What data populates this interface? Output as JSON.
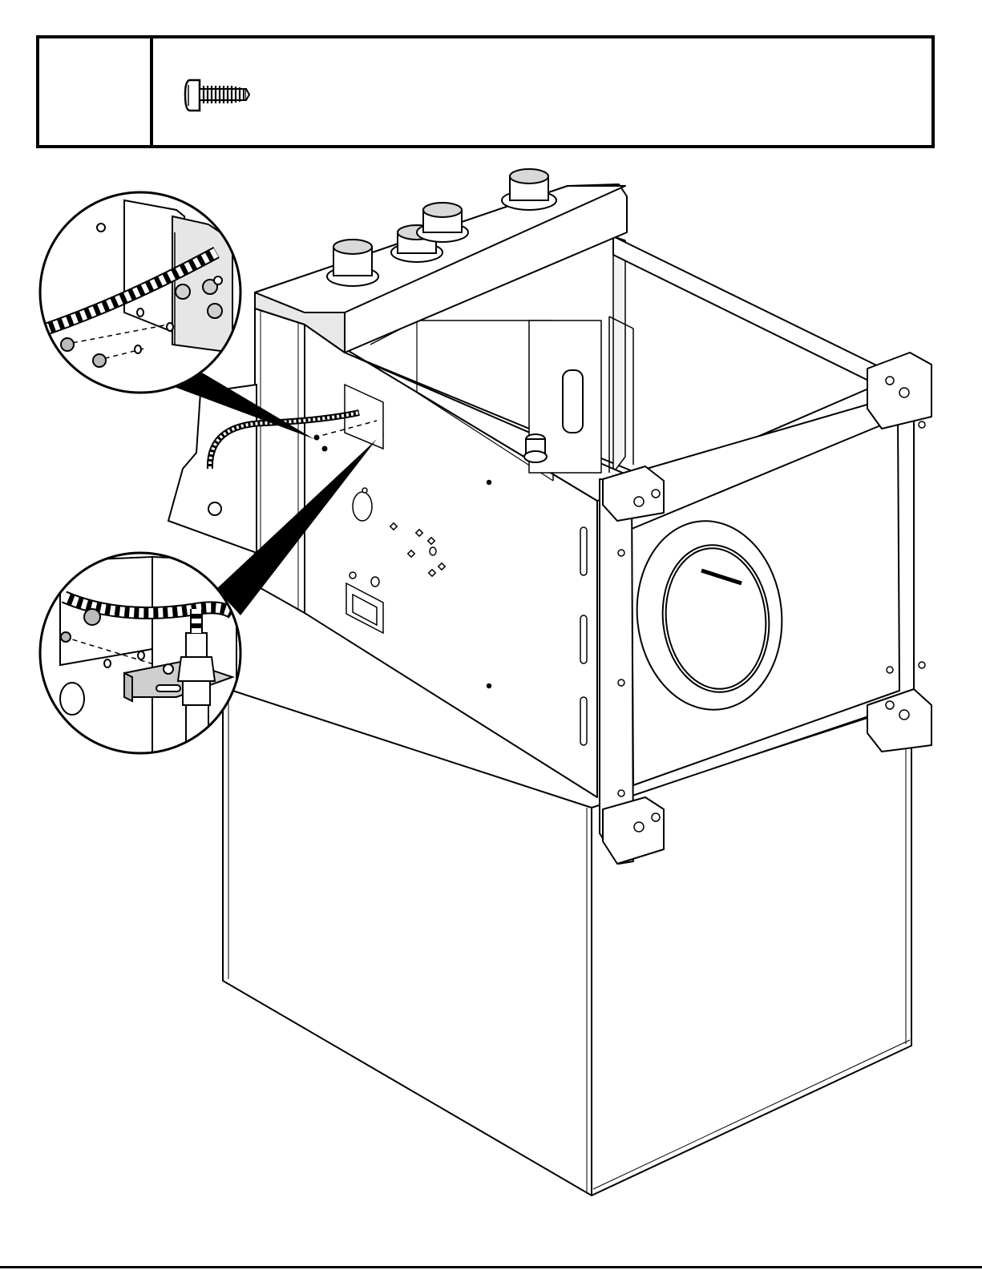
{
  "parts_box": {
    "step_number": "",
    "hardware": [
      {
        "icon": "pan-head-screw-icon",
        "quantity": ""
      }
    ]
  },
  "figure": {
    "subject": "cabinet-assembly",
    "callouts": [
      "wire-harness-detail-callout",
      "gas-valve-bracket-detail-callout"
    ]
  },
  "colors": {
    "line": "#000000",
    "background": "#ffffff",
    "shade": "#cfcfcf"
  }
}
